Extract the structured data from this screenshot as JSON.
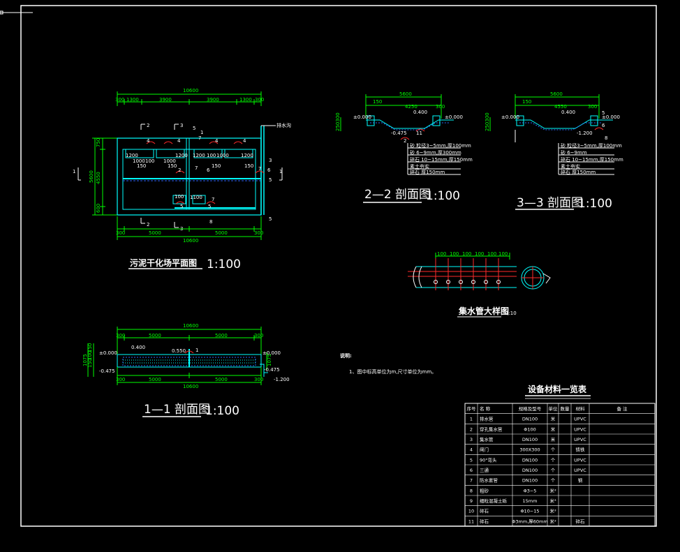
{
  "plan": {
    "title": "污泥干化场平面图",
    "scale": "1:100",
    "dim_total": "10600",
    "dim_top": [
      "300",
      "1300",
      "3900",
      "3900",
      "1300",
      "300"
    ],
    "dim_bottom": [
      "300",
      "5000",
      "5000",
      "300"
    ],
    "dim_left": [
      "750",
      "4550",
      "600"
    ],
    "dim_left_total": "5600",
    "inner_dims": [
      "1200",
      "100",
      "1000",
      "150",
      "1200",
      "1000",
      "150",
      "100",
      "1200",
      "1100"
    ],
    "callout": "排水沟",
    "sec_marks": [
      "2",
      "3",
      "1"
    ]
  },
  "section11": {
    "title": "1—1 剖面图",
    "scale": "1:100",
    "dim_total": "10600",
    "dim_top": [
      "300",
      "5000",
      "5000",
      "300"
    ],
    "elev": [
      "±0.000",
      "0.400",
      "0.550",
      "-0.475",
      "±0.000",
      "-0.475",
      "-1.200"
    ],
    "left_dims": [
      "1075",
      "150",
      "100",
      "150"
    ]
  },
  "section22": {
    "title": "2—2 剖面图",
    "scale": "1:100",
    "dims": [
      "5600",
      "150",
      "4250",
      "300"
    ],
    "elev": [
      "±0.000",
      "0.400",
      "±0.000",
      "-0.475"
    ],
    "notes": [
      "砂 粒径3~5mm,厚100mm",
      "砂 6~9mm,厚300mm",
      "碎石 10~15mm,厚150mm",
      "素土夯实",
      "碎石 厚150mm"
    ]
  },
  "section33": {
    "title": "3—3 剖面图",
    "scale": "1:100",
    "dims": [
      "5600",
      "150",
      "4550",
      "300"
    ],
    "elev": [
      "±0.000",
      "0.400",
      "±0.000",
      "-1.200"
    ]
  },
  "pipe": {
    "title": "集水管大样图",
    "scale": "1:10",
    "dims": [
      "100",
      "100",
      "100",
      "100",
      "100",
      "100"
    ]
  },
  "notes": {
    "heading": "说明:",
    "item1": "1、图中标高单位为m,尺寸单位为mm。"
  },
  "table": {
    "title": "设备材料一览表",
    "headers": [
      "序号",
      "名 称",
      "规格及型号",
      "单位",
      "数量",
      "材料",
      "备 注"
    ],
    "rows": [
      [
        "1",
        "排水管",
        "DN100",
        "米",
        "",
        "UPVC",
        ""
      ],
      [
        "2",
        "穿孔集水管",
        "Φ100",
        "米",
        "",
        "UPVC",
        ""
      ],
      [
        "3",
        "集水管",
        "DN100",
        "米",
        "",
        "UPVC",
        ""
      ],
      [
        "4",
        "闸门",
        "300X300",
        "个",
        "",
        "铸铁",
        ""
      ],
      [
        "5",
        "90°弯头",
        "DN100",
        "个",
        "",
        "UPVC",
        ""
      ],
      [
        "6",
        "三通",
        "DN100",
        "个",
        "",
        "UPVC",
        ""
      ],
      [
        "7",
        "防水套管",
        "DN100",
        "个",
        "",
        "钢",
        ""
      ],
      [
        "8",
        "粗砂",
        "Φ3~5",
        "米³",
        "",
        "",
        ""
      ],
      [
        "9",
        "细粒混凝土砾",
        "15mm",
        "米³",
        "",
        "",
        ""
      ],
      [
        "10",
        "碎石",
        "Φ10~15",
        "米³",
        "",
        "",
        ""
      ],
      [
        "11",
        "碎石",
        "Φ3mm,厚60mm",
        "米³",
        "",
        "碎石",
        ""
      ]
    ]
  }
}
